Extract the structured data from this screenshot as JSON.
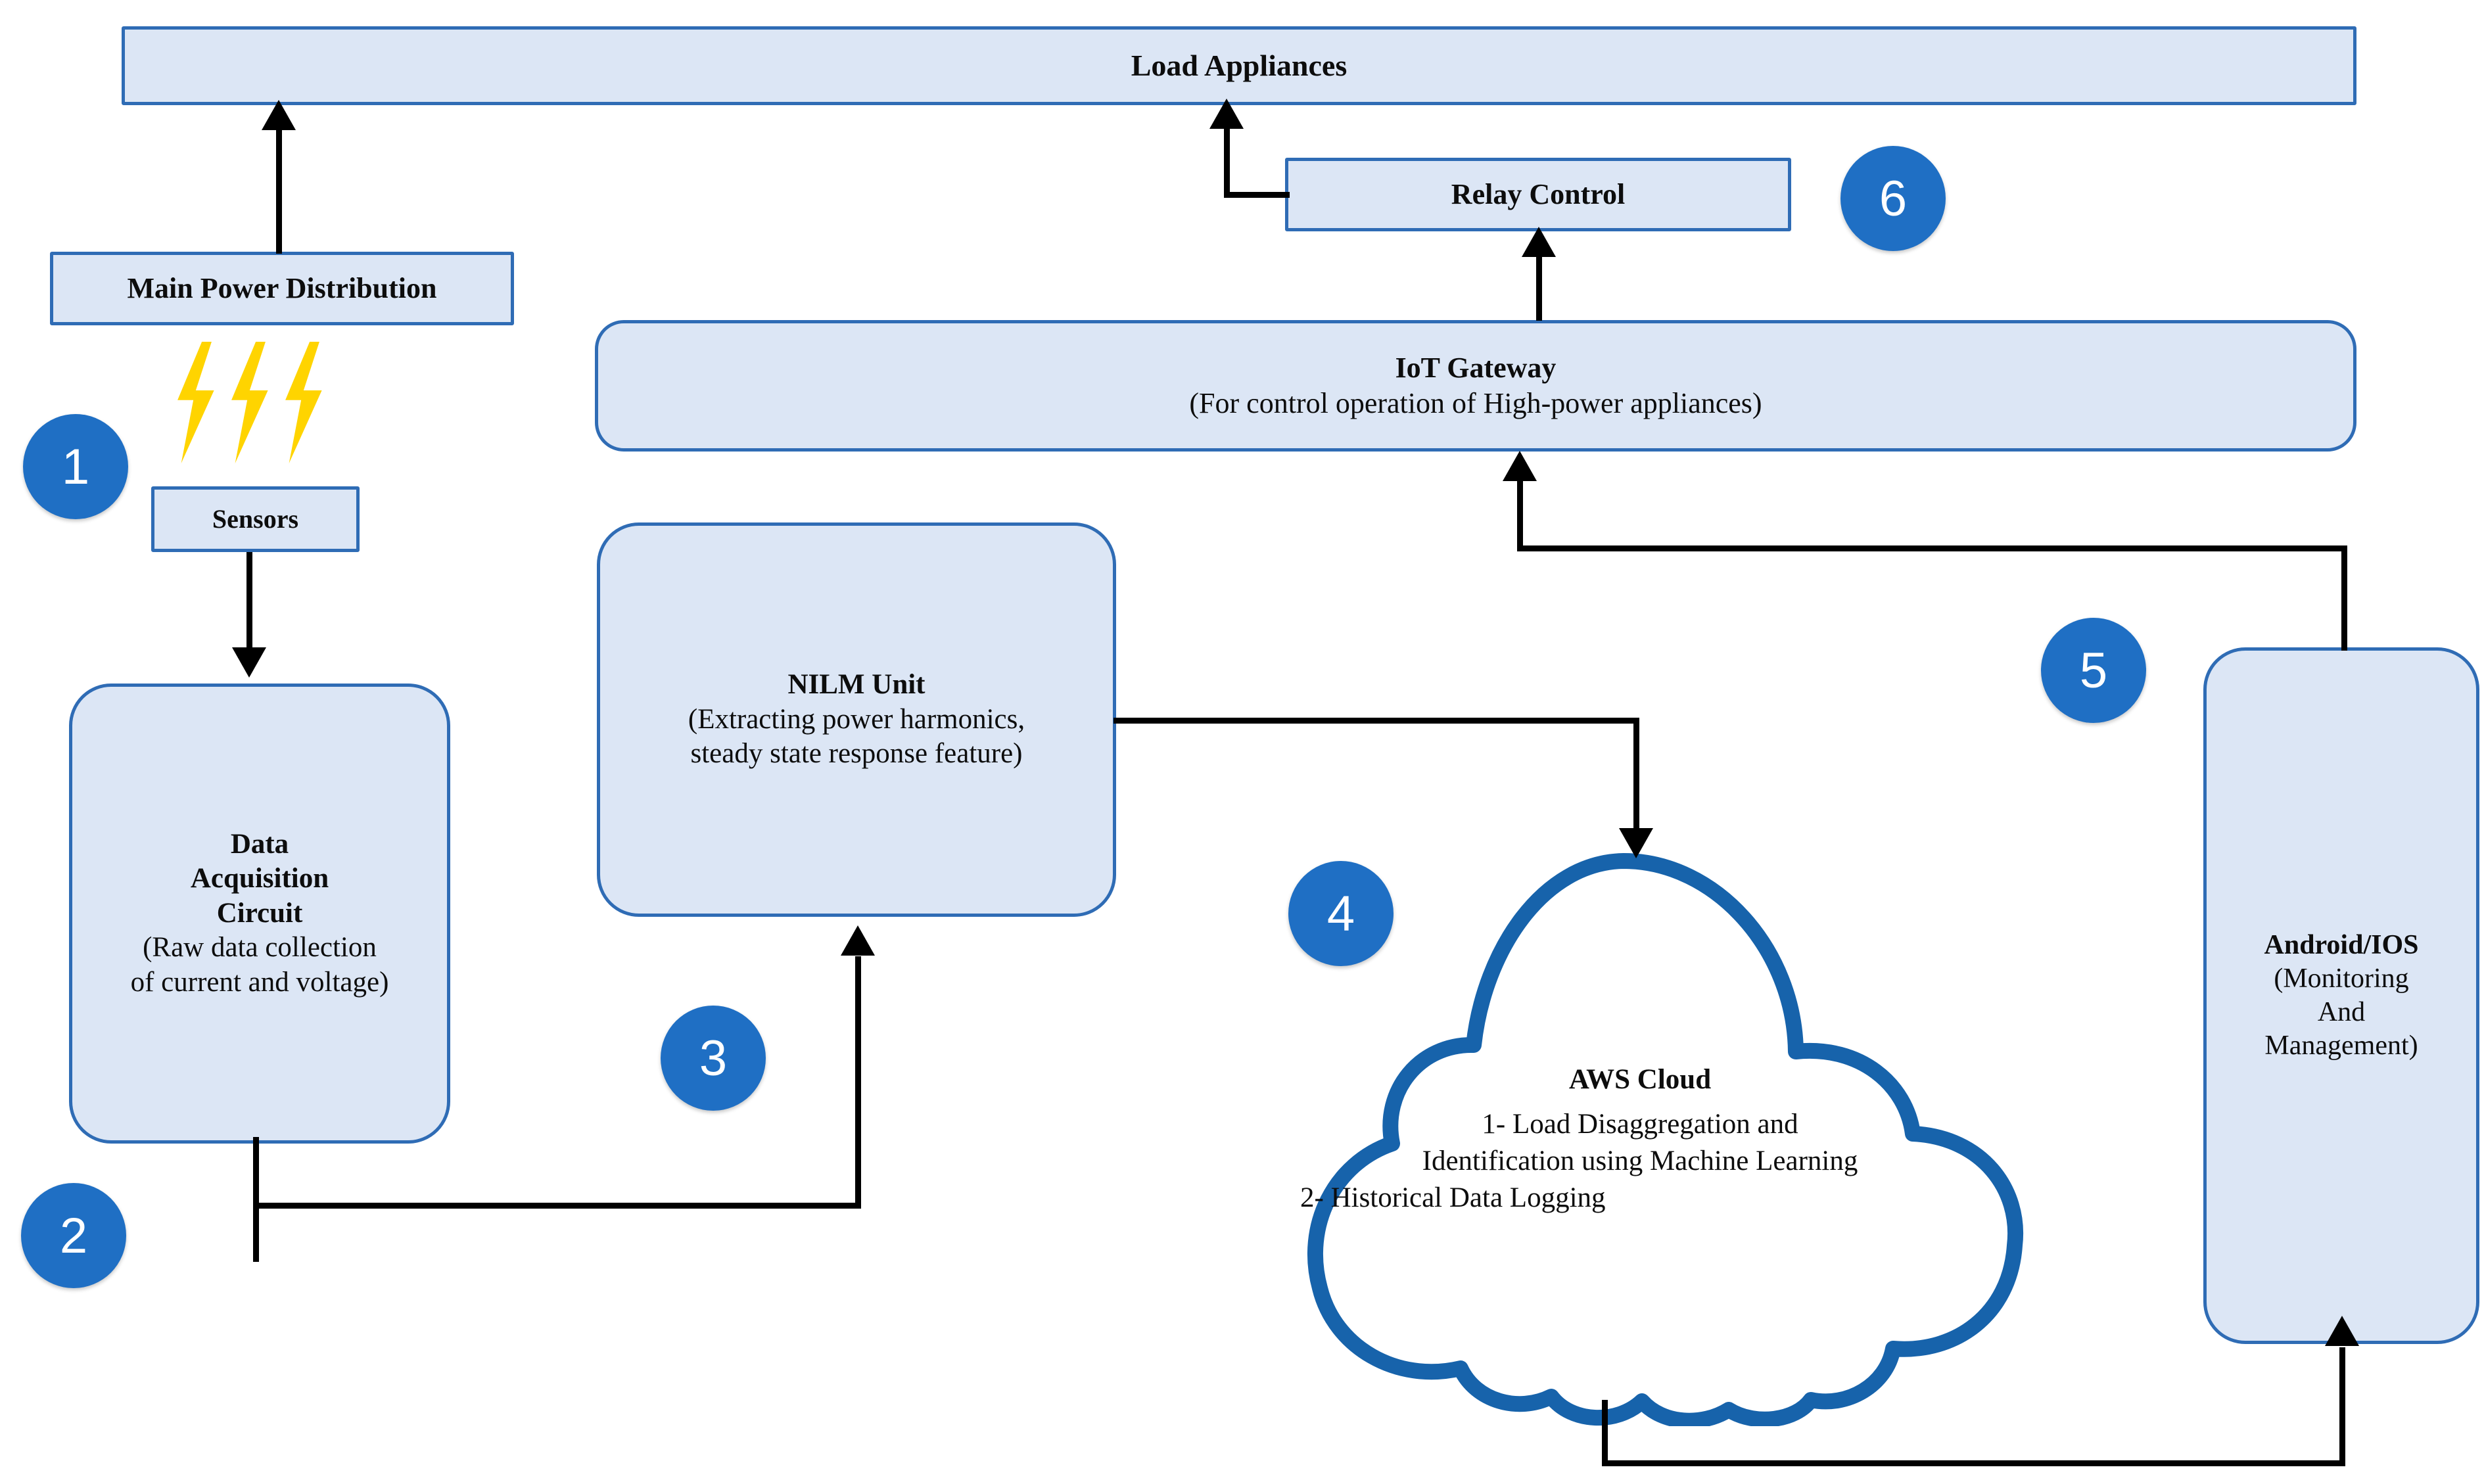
{
  "diagram": {
    "title": "IoT-based NILM smart energy monitoring system architecture",
    "accent_blue": "#1f6fc4",
    "node_fill": "#dce6f5",
    "node_border": "#2f6cb5",
    "bolt_color": "#ffd400",
    "connector_color": "#000000"
  },
  "nodes": {
    "load_appliances": {
      "title": "Load Appliances"
    },
    "main_power": {
      "title": "Main Power Distribution"
    },
    "sensors": {
      "title": "Sensors"
    },
    "data_acquisition": {
      "title_lines": [
        "Data",
        "Acquisition",
        "Circuit"
      ],
      "sub_lines": [
        "(Raw data collection",
        "of current and voltage)"
      ]
    },
    "nilm_unit": {
      "title": "NILM Unit",
      "sub_lines": [
        "(Extracting power harmonics,",
        "steady state response feature)"
      ]
    },
    "relay_control": {
      "title": "Relay Control"
    },
    "iot_gateway": {
      "title": "IoT Gateway",
      "sub": "(For control operation of High-power appliances)"
    },
    "aws_cloud": {
      "title": "AWS Cloud",
      "lines": [
        "1- Load Disaggregation and",
        "Identification using Machine Learning",
        "2- Historical Data Logging"
      ]
    },
    "mobile_app": {
      "title": "Android/IOS",
      "sub_lines": [
        "(Monitoring",
        "And",
        "Management)"
      ]
    }
  },
  "badges": [
    {
      "id": "badge-1",
      "label": "1"
    },
    {
      "id": "badge-2",
      "label": "2"
    },
    {
      "id": "badge-3",
      "label": "3"
    },
    {
      "id": "badge-4",
      "label": "4"
    },
    {
      "id": "badge-5",
      "label": "5"
    },
    {
      "id": "badge-6",
      "label": "6"
    }
  ],
  "icons": {
    "lightning": "lightning-bolt-icon",
    "lightning_count": 3
  }
}
